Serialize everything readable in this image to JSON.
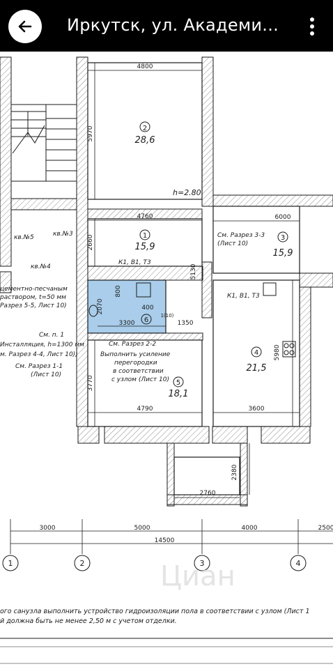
{
  "appbar": {
    "title": "Иркутск, ул. Академи...",
    "back_icon": "arrow-left-icon",
    "menu_icon": "more-vertical-icon"
  },
  "plan": {
    "rooms": [
      {
        "num": "2",
        "area": "28,6"
      },
      {
        "num": "1",
        "area": "15,9"
      },
      {
        "num": "3",
        "area": "15,9"
      },
      {
        "num": "6",
        "area": ""
      },
      {
        "num": "4",
        "area": "21,5"
      },
      {
        "num": "5",
        "area": "18,1"
      }
    ],
    "height_label": "h=2.80",
    "dims": {
      "d4800": "4800",
      "d5970": "5970",
      "d4760": "4760",
      "d6000": "6000",
      "d2660": "2660",
      "d5130": "5130",
      "d800": "800",
      "d400": "400",
      "d2070": "2070",
      "d3300": "3300",
      "d1350": "1350",
      "d5980": "5980",
      "d3770": "3770",
      "d4790": "4790",
      "d3600": "3600",
      "d2380": "2380",
      "d2760": "2760",
      "d3000": "3000",
      "d5000": "5000",
      "d4000": "4000",
      "d2500": "2500",
      "d14500": "14500",
      "d1_10": "1(10)"
    },
    "notes": {
      "kv5": "кв.№5",
      "kv3": "кв.№3",
      "kv4": "кв.№4",
      "cement1": "цементно-песчаным",
      "cement2": "раствором, t=50 мм",
      "cement3": "Разрез 5-5, Лист 10)",
      "smp1": "См. п. 1",
      "install1": "Инсталляция, h=1300 мм",
      "install2": "м. Разрез 4-4, Лист 10))",
      "razrez11a": "См. Разрез 1-1",
      "razrez11b": "(Лист 10)",
      "razrez22": "См. Разрез 2-2",
      "usil1": "Выполнить усиление",
      "usil2": "перегородки",
      "usil3": "в соответствии",
      "usil4": "с узлом (Лист 10)",
      "razrez33a": "См. Разрез 3-3",
      "razrez33b": "(Лист 10)",
      "k1a": "К1, В1, Т3",
      "k1b": "К1, В1, Т3"
    },
    "axes": [
      "1",
      "2",
      "3",
      "4"
    ],
    "footnote1": "ого санузла выполнить устройство гидроизоляции пола в соответствии с узлом (Лист 1",
    "footnote2": "й должна быть не менее 2,50 м с учетом отделки.",
    "watermark": "Циан"
  },
  "colors": {
    "appbar_bg": "#000000",
    "line": "#1a1a1a",
    "bathroom_fill": "#a9cdea",
    "hatch": "#8a8a8a"
  }
}
